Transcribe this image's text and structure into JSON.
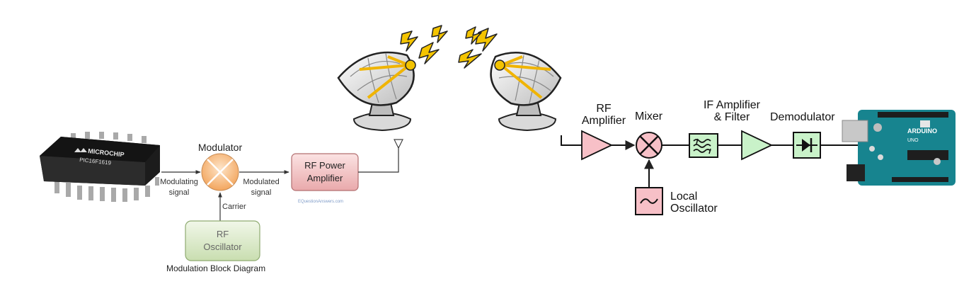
{
  "chip": {
    "brand": "MICROCHIP",
    "part": "PIC16F1619"
  },
  "left": {
    "modulator_title": "Modulator",
    "modulating_signal": "Modulating\nsignal",
    "modulated_signal": "Modulated\nsignal",
    "carrier": "Carrier",
    "rf_power_amp": "RF Power\nAmplifier",
    "rf_oscillator": "RF\nOscillator",
    "caption": "Modulation Block Diagram",
    "watermark": "EQuestionAnswers.com"
  },
  "right": {
    "rf_amplifier": "RF\nAmplifier",
    "mixer": "Mixer",
    "if_amp_filter": "IF Amplifier\n& Filter",
    "demodulator": "Demodulator",
    "local_oscillator": "Local\nOscillator"
  },
  "board": {
    "brand": "ARDUINO",
    "model": "UNO"
  },
  "colors": {
    "modulator_fill": "#f9c28f",
    "rf_power_fill": "#f4c7c8",
    "oscillator_fill": "#dbe9c8",
    "pink_block": "#f8c8cf",
    "green_block": "#c9f2c9",
    "arduino": "#17848f"
  }
}
